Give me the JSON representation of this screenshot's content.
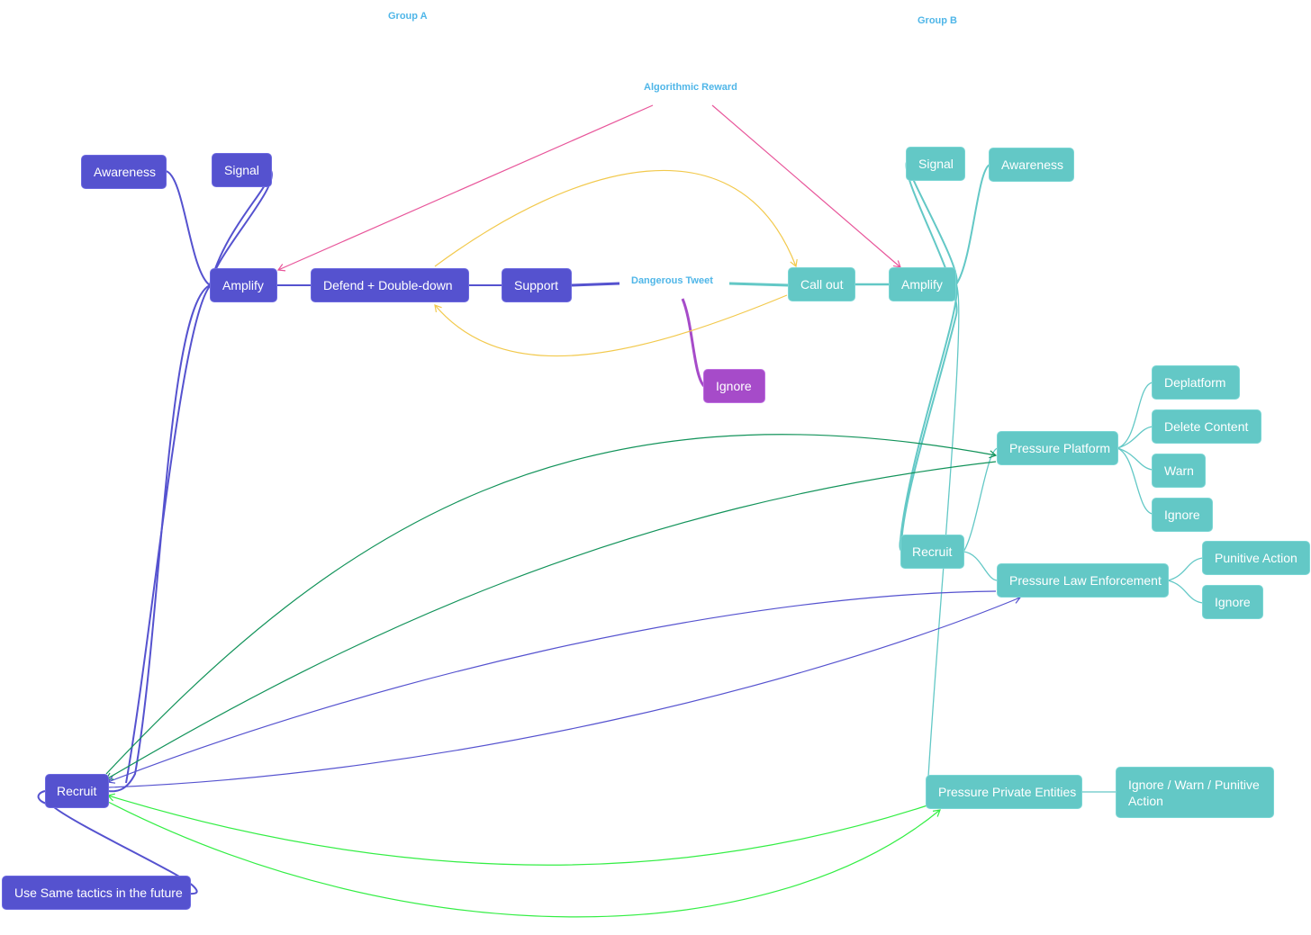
{
  "labels": {
    "group_a": "Group A",
    "group_b": "Group B",
    "algorithmic_reward": "Algorithmic Reward",
    "dangerous_tweet": "Dangerous Tweet"
  },
  "group_a": {
    "awareness": "Awareness",
    "signal": "Signal",
    "amplify": "Amplify",
    "defend": "Defend + Double-down",
    "support": "Support",
    "recruit": "Recruit",
    "future": "Use Same tactics in the future"
  },
  "center": {
    "ignore": "Ignore"
  },
  "group_b": {
    "signal": "Signal",
    "awareness": "Awareness",
    "call_out": "Call out",
    "amplify": "Amplify",
    "recruit": "Recruit",
    "pressure_platform": "Pressure Platform",
    "deplatform": "Deplatform",
    "delete_content": "Delete Content",
    "warn": "Warn",
    "ignore_platform": "Ignore",
    "pressure_law": "Pressure Law Enforcement",
    "punitive_action": "Punitive Action",
    "ignore_law": "Ignore",
    "pressure_private": "Pressure Private Entities",
    "private_outcome": "Ignore / Warn / Punitive Action"
  },
  "colors": {
    "group_a": "#5552cf",
    "group_b": "#63c8c6",
    "ignore": "#a64bc9",
    "label_text": "#4fb6e8",
    "reward_arrow": "#e8559a",
    "callout_arrow": "#f2c94c",
    "dark_green_arrow": "#12935a",
    "light_green_arrow": "#33ee44",
    "purple_arrow": "#5552cf"
  }
}
